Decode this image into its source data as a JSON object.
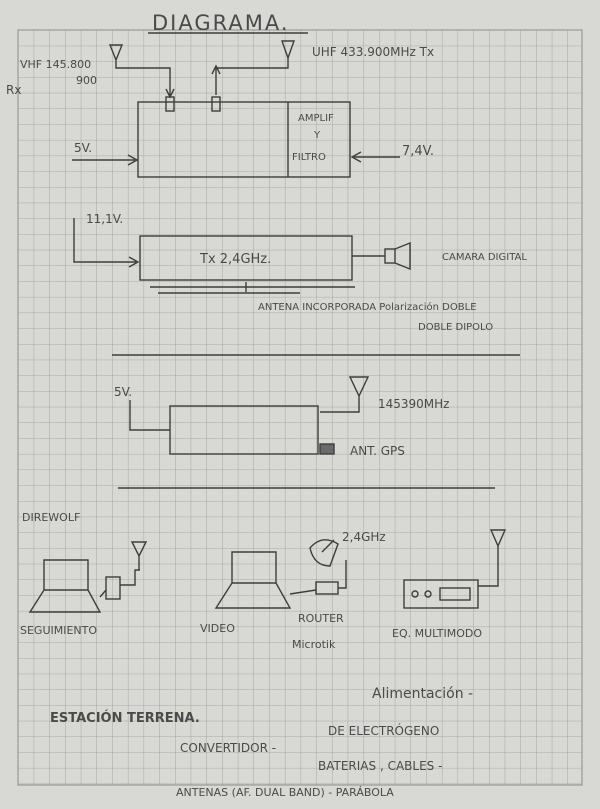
{
  "title": "DIAGRAMA.",
  "rx_block": {
    "vhf_label": "VHF 145.800",
    "vhf_label_2": "900",
    "rx_label": "Rx",
    "uhf_label": "UHF 433.900MHz Tx",
    "amp_label_1": "AMPLIF",
    "amp_label_2": "Y",
    "amp_label_3": "FILTRO",
    "left_voltage": "5V.",
    "right_voltage": "7,4V."
  },
  "tx_block": {
    "voltage": "11,1V.",
    "label": "Tx 2,4GHz.",
    "camera_label": "CAMARA DIGITAL",
    "antenna_note_1": "ANTENA INCORPORADA Polarización DOBLE",
    "antenna_note_2": "DOBLE DIPOLO"
  },
  "gps_block": {
    "voltage": "5V.",
    "frequency": "145390MHz",
    "gps_label": "ANT. GPS"
  },
  "ground": {
    "direwolf_label": "DIREWOLF",
    "tracking_label": "SEGUIMIENTO",
    "video_label": "VIDEO",
    "freq_label": "2,4GHz",
    "router_label_1": "ROUTER",
    "router_label_2": "Microtik",
    "multimode_label": "EQ. MULTIMODO"
  },
  "notes": {
    "station": "ESTACIÓN TERRENA.",
    "alimentacion": "Alimentación -",
    "converter": "CONVERTIDOR -",
    "generator": "DE ELECTRÓGENO",
    "batteries": "BATERIAS , CABLES -",
    "antennas": "ANTENAS (AF. DUAL BAND) - PARÁBOLA"
  }
}
